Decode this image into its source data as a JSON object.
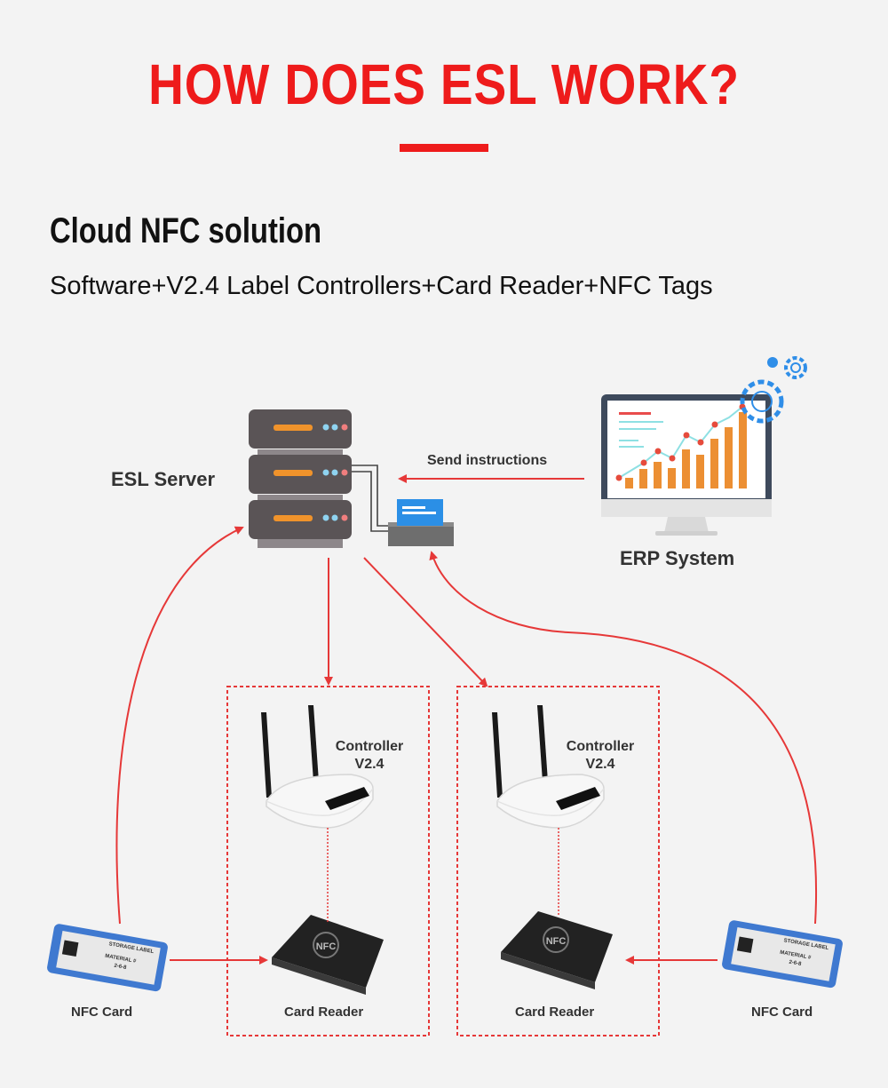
{
  "header": {
    "title": "HOW DOES ESL WORK?",
    "subtitle": "Cloud NFC solution",
    "description": "Software+V2.4 Label Controllers+Card Reader+NFC Tags"
  },
  "diagram": {
    "esl_server_label": "ESL Server",
    "erp_system_label": "ERP System",
    "send_instructions_label": "Send instructions",
    "controller_left": {
      "line1": "Controller",
      "line2": "V2.4"
    },
    "controller_right": {
      "line1": "Controller",
      "line2": "V2.4"
    },
    "card_reader_left_label": "Card Reader",
    "card_reader_right_label": "Card Reader",
    "nfc_card_left_label": "NFC Card",
    "nfc_card_right_label": "NFC Card",
    "nfc_card_text": {
      "header": "STORAGE LABEL",
      "material": "MATERIAL #",
      "code": "2-6-8"
    },
    "reader_logo_text": "NFC",
    "colors": {
      "accent_red": "#e63838",
      "server_dark": "#5a5456",
      "server_orange": "#f0932b",
      "chart_orange": "#ec8f33",
      "monitor_frame": "#3e4a5c",
      "gear_blue": "#2f8ee8"
    }
  }
}
